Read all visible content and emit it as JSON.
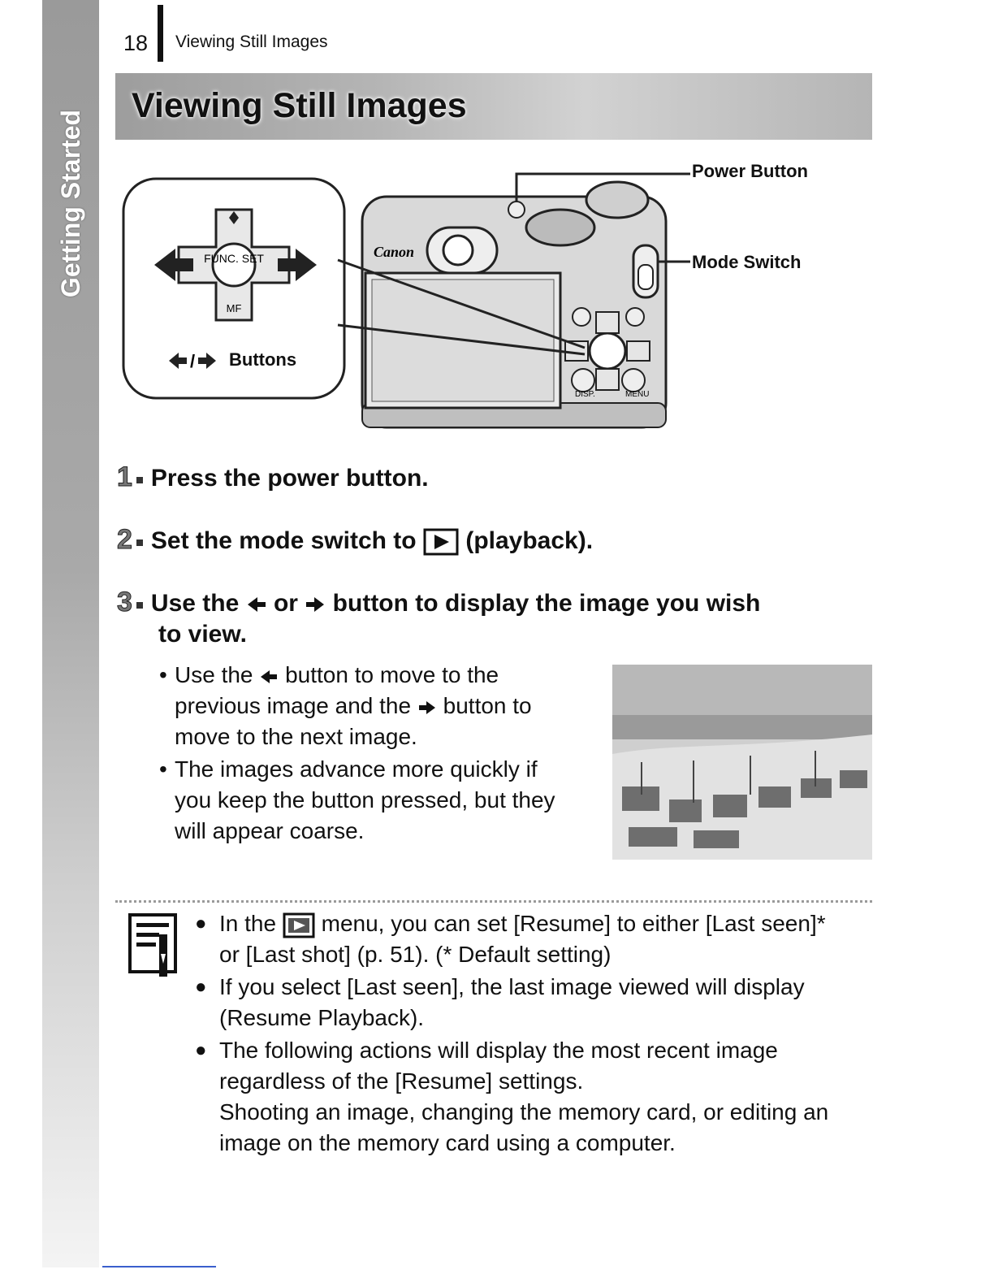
{
  "header": {
    "page_number": "18",
    "running_title": "Viewing Still Images"
  },
  "sidebar": {
    "label": "Getting Started"
  },
  "title": "Viewing Still Images",
  "figure": {
    "callout_power": "Power Button",
    "callout_mode": "Mode Switch",
    "dpad_label": "Buttons",
    "func_label": "FUNC. SET",
    "mf_label": "MF",
    "brand_label": "Canon",
    "disp_label": "DISP.",
    "menu_label": "MENU"
  },
  "steps": [
    {
      "number": "1",
      "text": "Press the power button."
    },
    {
      "number": "2",
      "text_before": "Set the mode switch to",
      "text_after": "(playback)."
    },
    {
      "number": "3",
      "text_a": "Use the",
      "text_b": "or",
      "text_c": "button to display the image you wish",
      "text_cont": "to view."
    }
  ],
  "bullets": [
    {
      "a": "Use the",
      "b": "button to move to the",
      "c": "previous image and the",
      "d": "button to",
      "e": "move to the next image."
    },
    {
      "lines": [
        "The images advance more quickly if",
        "you keep the button pressed, but they",
        "will appear coarse."
      ]
    }
  ],
  "notes": [
    {
      "a": "In the",
      "b": "menu, you can set [Resume] to either [Last seen]*",
      "c": "or [Last shot] (p. 51). (* Default setting)"
    },
    {
      "lines": [
        "If you select [Last seen], the last image viewed will display",
        "(Resume Playback)."
      ]
    },
    {
      "lines": [
        "The following actions will display the most recent image",
        "regardless of the [Resume] settings.",
        "Shooting an image, changing the memory card, or editing an",
        "image on the memory card using a computer."
      ]
    }
  ],
  "bullet_symbol": "•",
  "note_bullet_symbol": "●",
  "icons": [
    "left-arrow-icon",
    "right-arrow-icon",
    "playback-icon",
    "note-icon",
    "camera-illustration",
    "beach-photo"
  ]
}
